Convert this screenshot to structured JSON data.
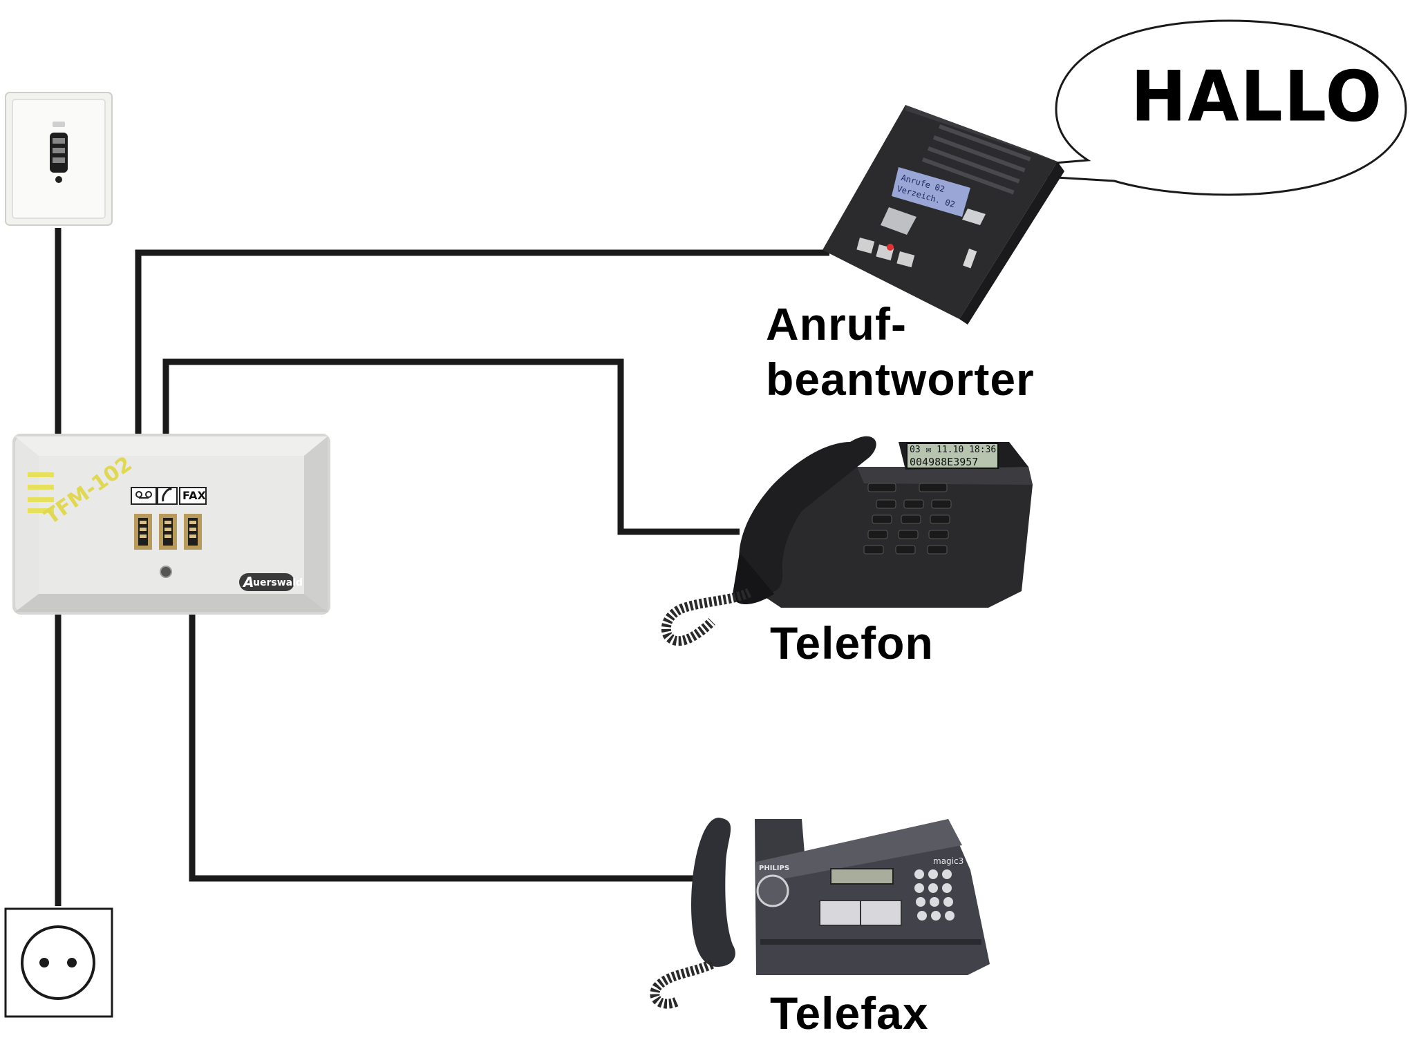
{
  "labels": {
    "answering_machine_line1": "Anruf-",
    "answering_machine_line2": "beantworter",
    "telephone": "Telefon",
    "fax": "Telefax"
  },
  "speech_bubble": {
    "text": "HALLO"
  },
  "splitter": {
    "model": "TFM-102",
    "brand": "uerswald",
    "brand_initial": "A",
    "port_labels": [
      "",
      "",
      "FAX"
    ]
  },
  "answering_machine_display": {
    "line1": "Anrufe 02",
    "line2": "Verzeich. 02"
  },
  "telephone_display": {
    "line1": "03  ✉  11.10 18:36",
    "line2": "004988E3957"
  },
  "fax_device": {
    "brand": "PHILIPS",
    "model": "magic3"
  },
  "icons": [
    "phone-wall-socket-icon",
    "power-outlet-icon",
    "tape-icon",
    "handset-icon"
  ],
  "colors": {
    "wire": "#1a1a1a",
    "splitter_body": "#dcdcdc",
    "splitter_accent": "#e6e05a",
    "device_dark": "#2b2b2e"
  }
}
